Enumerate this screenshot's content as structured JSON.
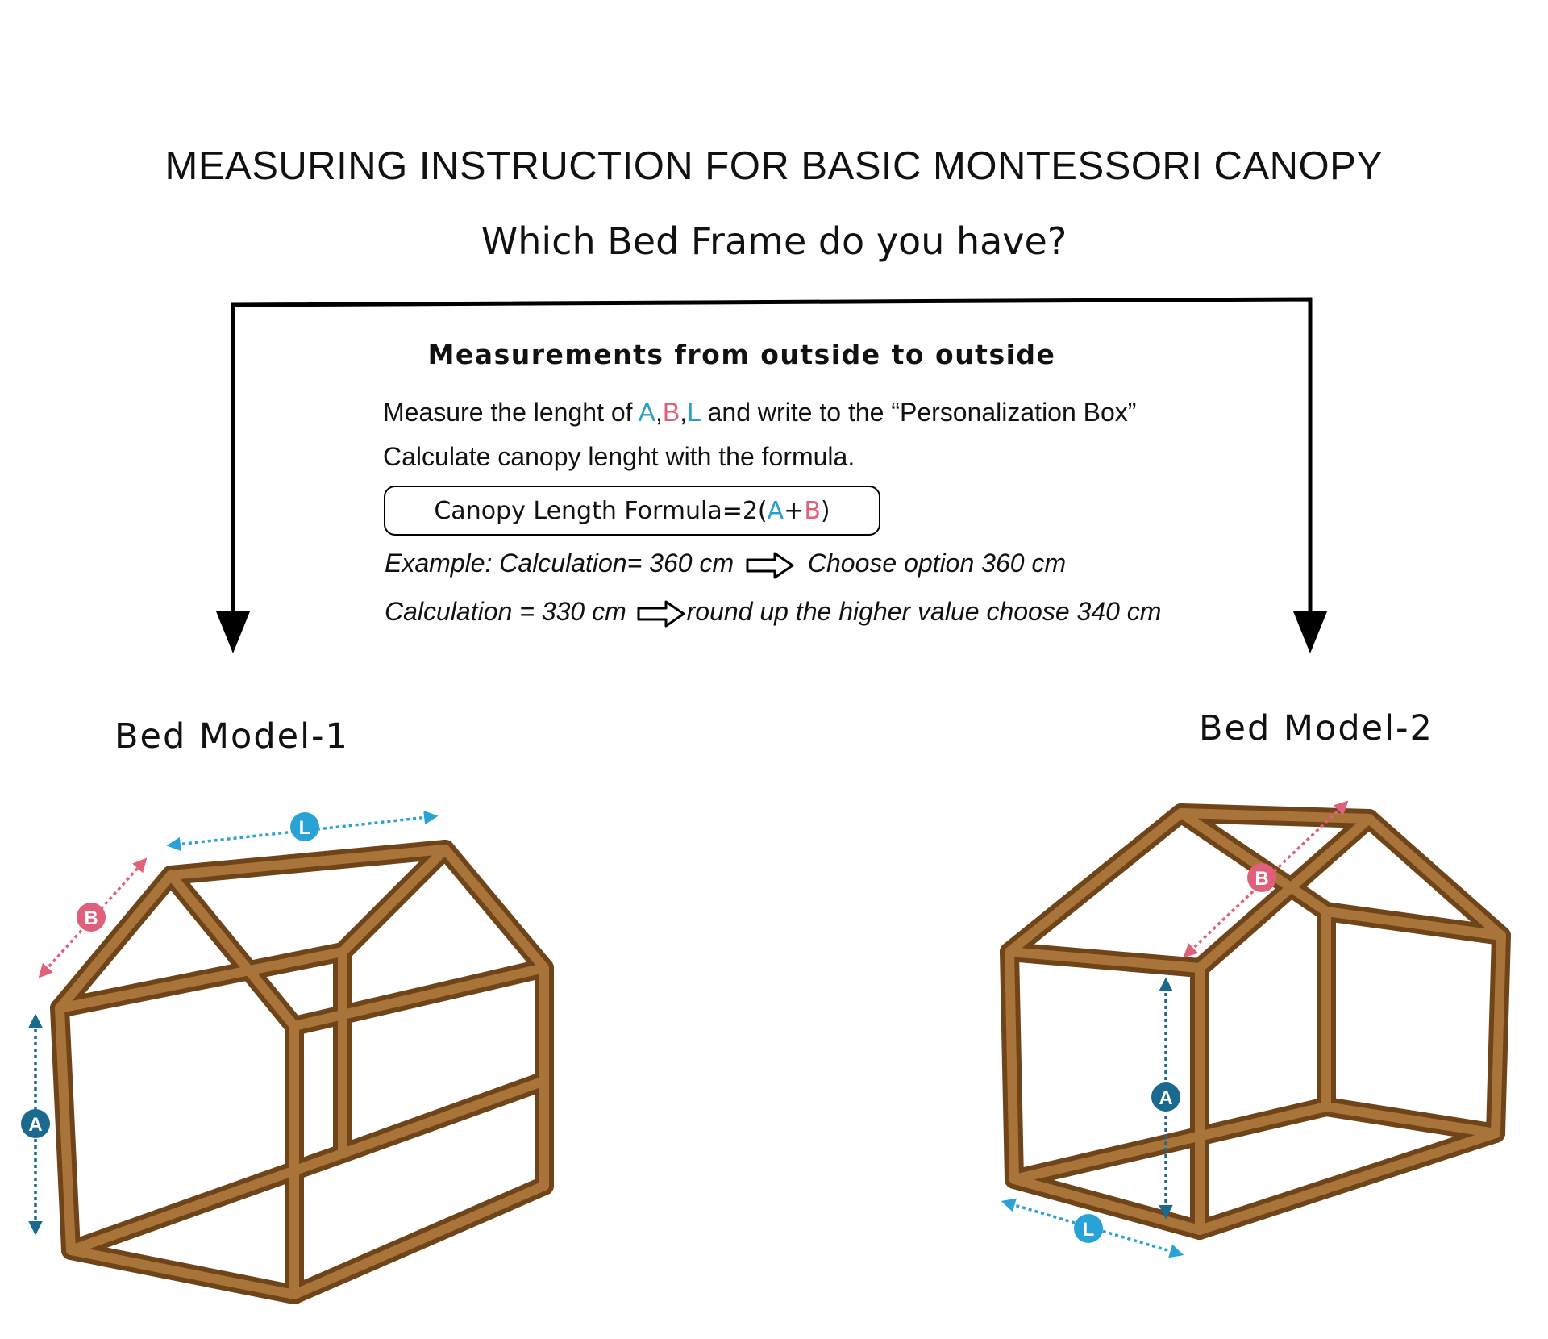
{
  "title": "MEASURING INSTRUCTION FOR BASIC MONTESSORI CANOPY",
  "subtitle": "Which Bed Frame do you have?",
  "box": {
    "heading": "Measurements  from outside to outside",
    "line1_pre": "Measure the lenght of  ",
    "line1_a": "A",
    "line1_comma1": ",",
    "line1_b": "B",
    "line1_comma2": ",",
    "line1_l": "L",
    "line1_post": " and write to the “Personalization Box”",
    "line2": "Calculate canopy lenght with the formula.",
    "formula_pre": "Canopy Length Formula=2(",
    "formula_a": "A",
    "formula_plus": "+",
    "formula_b": "B",
    "formula_post": ")",
    "example1_pre": "Example: Calculation= 360 cm",
    "example1_post": "Choose option 360 cm",
    "example2_pre": "Calculation = 330 cm",
    "example2_post": "round up the higher value choose 340 cm"
  },
  "models": {
    "model1_label": "Bed Model-1",
    "model2_label": "Bed Model-2"
  },
  "markers": {
    "a": "A",
    "b": "B",
    "l": "L"
  },
  "colors": {
    "wood": "#8a5a22",
    "wood_light": "#a8743a",
    "marker_blue_dark": "#1a6a90",
    "marker_blue_light": "#29a3d6",
    "marker_pink": "#e0607c"
  }
}
